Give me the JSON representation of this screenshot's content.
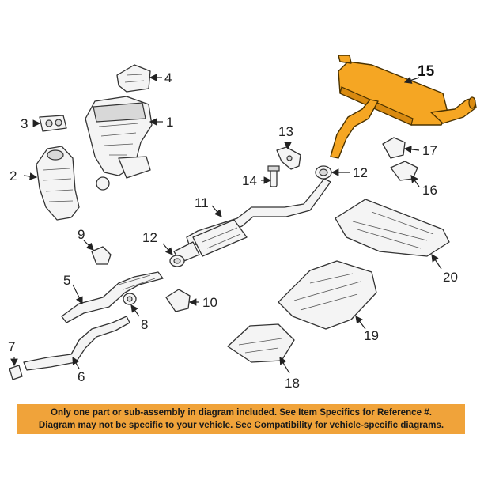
{
  "callouts": {
    "c1": "1",
    "c2": "2",
    "c3": "3",
    "c4": "4",
    "c5": "5",
    "c6": "6",
    "c7": "7",
    "c8": "8",
    "c9": "9",
    "c10": "10",
    "c11": "11",
    "c12a": "12",
    "c12b": "12",
    "c13": "13",
    "c14": "14",
    "c15": "15",
    "c16": "16",
    "c17": "17",
    "c18": "18",
    "c19": "19",
    "c20": "20"
  },
  "highlight_part": "15",
  "colors": {
    "highlight": "#f5a623",
    "banner": "#f0a33a"
  },
  "disclaimer": {
    "line1": "Only one part or sub-assembly in diagram included. See Item Specifics for Reference #.",
    "line2": "Diagram may not be specific to your vehicle. See Compatibility for vehicle-specific diagrams."
  }
}
